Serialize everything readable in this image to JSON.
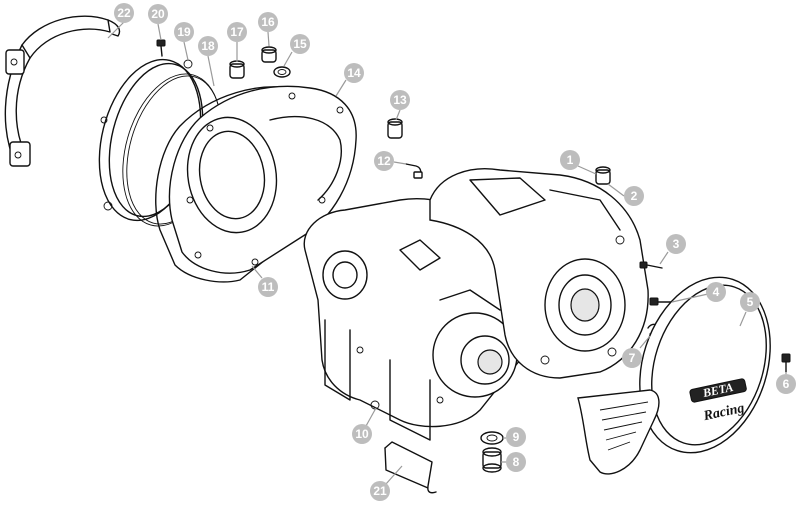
{
  "diagram": {
    "callouts": [
      {
        "id": "1",
        "label": "1"
      },
      {
        "id": "2",
        "label": "2"
      },
      {
        "id": "3",
        "label": "3"
      },
      {
        "id": "4",
        "label": "4"
      },
      {
        "id": "5",
        "label": "5"
      },
      {
        "id": "6",
        "label": "6"
      },
      {
        "id": "7",
        "label": "7"
      },
      {
        "id": "8",
        "label": "8"
      },
      {
        "id": "9",
        "label": "9"
      },
      {
        "id": "10",
        "label": "10"
      },
      {
        "id": "11",
        "label": "11"
      },
      {
        "id": "12",
        "label": "12"
      },
      {
        "id": "13",
        "label": "13"
      },
      {
        "id": "14",
        "label": "14"
      },
      {
        "id": "15",
        "label": "15"
      },
      {
        "id": "16",
        "label": "16"
      },
      {
        "id": "17",
        "label": "17"
      },
      {
        "id": "18",
        "label": "18"
      },
      {
        "id": "19",
        "label": "19"
      },
      {
        "id": "20",
        "label": "20"
      },
      {
        "id": "21",
        "label": "21"
      },
      {
        "id": "22",
        "label": "22"
      }
    ],
    "cover_logo": {
      "brand": "BETA",
      "tagline": "Racing"
    }
  }
}
